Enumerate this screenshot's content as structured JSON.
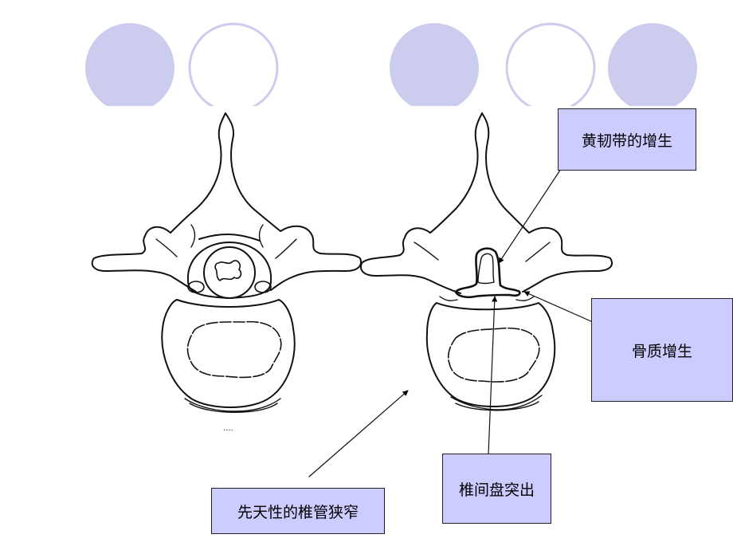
{
  "labels": {
    "ligament": "黄韧带的增生",
    "bone_spur": "骨质增生",
    "disc": "椎间盘突出",
    "congenital": "先天性的椎管狭窄"
  },
  "colors": {
    "circle_fill": "#ccccee",
    "circle_outline": "#ccccee",
    "label_fill": "#ccccff",
    "line": "#000000"
  }
}
